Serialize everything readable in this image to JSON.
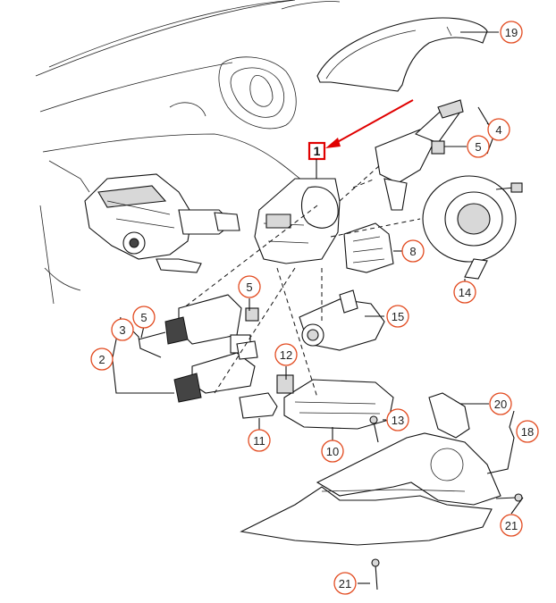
{
  "main_label": "1",
  "callouts": [
    {
      "id": "c19",
      "label": "19"
    },
    {
      "id": "c4",
      "label": "4"
    },
    {
      "id": "c5a",
      "label": "5"
    },
    {
      "id": "c8",
      "label": "8"
    },
    {
      "id": "c14",
      "label": "14"
    },
    {
      "id": "c5b",
      "label": "5"
    },
    {
      "id": "c5c",
      "label": "5"
    },
    {
      "id": "c3",
      "label": "3"
    },
    {
      "id": "c2",
      "label": "2"
    },
    {
      "id": "c15",
      "label": "15"
    },
    {
      "id": "c12",
      "label": "12"
    },
    {
      "id": "c20",
      "label": "20"
    },
    {
      "id": "c18",
      "label": "18"
    },
    {
      "id": "c13",
      "label": "13"
    },
    {
      "id": "c11",
      "label": "11"
    },
    {
      "id": "c10",
      "label": "10"
    },
    {
      "id": "c21a",
      "label": "21"
    },
    {
      "id": "c21b",
      "label": "21"
    }
  ],
  "colors": {
    "callout_ring": "#e24a1f",
    "highlight": "#e00000",
    "ink": "#111111"
  }
}
